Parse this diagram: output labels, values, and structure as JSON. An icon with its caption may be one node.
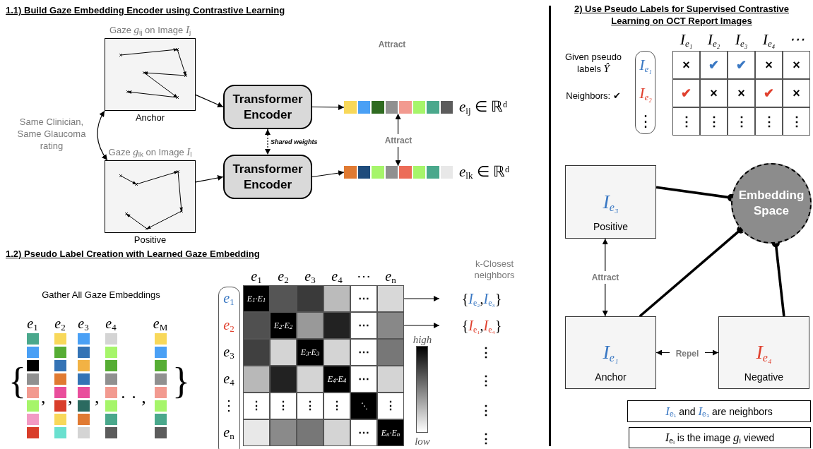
{
  "diagram": {
    "nodes": [
      {
        "text": [
          "Gaze *g*$_{ij}$ on Image *I*$_{j}$",
          "Anchor"
        ]
      },
      {
        "text": [
          "Gaze *g*$_{lk}$ on Image *I*$_{l}$",
          "Positive"
        ]
      },
      {
        "text": [
          "Transformer Encoder"
        ]
      },
      {
        "text": [
          "Transformer Encoder"
        ]
      },
      {
        "text": [],
        "shape": "bar",
        "beside": [
          "*e*$_{ij}$ ∈ ℝ$^{d}$"
        ]
      },
      {
        "text": [],
        "shape": "bar",
        "beside": [
          "*e*$_{lk}$ ∈ ℝ$^{d}$"
        ]
      },
      {
        "text": [
          "{*I*$_{e₂}$,*I*$_{e₃}$}"
        ]
      },
      {
        "text": [
          "{*I*$_{e₁}$,*I*$_{e₄}$}"
        ]
      },
      {
        "text": [
          "*I*$_{e₃}$",
          "Positive"
        ]
      },
      {
        "text": [
          "Embedding Space"
        ]
      },
      {
        "text": [
          "*I*$_{e₁}$",
          "Anchor"
        ]
      },
      {
        "text": [
          "*I*$_{e₄}$",
          "Negative"
        ]
      },
      {
        "text": [
          "*I*$_{e₁}$ and *I*$_{e₃}$ are neighbors"
        ]
      },
      {
        "text": [
          "*I*$_{eᵢ}$ is the image *g*$_{i}$ viewed"
        ]
      },
      {
        "text": [],
        "shape": "box"
      },
      {
        "text": [],
        "shape": "box"
      },
      {
        "text": [],
        "shape": "bar"
      },
      {
        "text": [],
        "shape": "bar"
      },
      {
        "text": [],
        "shape": "bar"
      },
      {
        "text": [],
        "shape": "bar"
      },
      {
        "text": [],
        "shape": "bar"
      },
      {
        "text": [],
        "shape": "bar"
      }
    ],
    "edges": [
      {
        "from": 0,
        "to": 1,
        "arrow": "both",
        "label": "Same Clinician, Same Glaucoma rating"
      },
      {
        "from": 0,
        "to": 2,
        "arrow": "to"
      },
      {
        "from": 1,
        "to": 3,
        "arrow": "to"
      },
      {
        "from": 2,
        "to": 4,
        "arrow": "to"
      },
      {
        "from": 3,
        "to": 5,
        "arrow": "to"
      },
      {
        "from": 2,
        "to": 3,
        "arrow": "both",
        "style": "dashed",
        "label": "Shared weights"
      },
      {
        "from": 4,
        "to": 5,
        "arrow": "both",
        "label": "Attract"
      },
      {
        "from": 14,
        "to": 6,
        "arrow": "to"
      },
      {
        "from": 15,
        "to": 7,
        "arrow": "to"
      },
      {
        "from": 8,
        "to": 9,
        "arrow": "other",
        "style": "thick"
      },
      {
        "from": 10,
        "to": 9,
        "arrow": "other",
        "style": "thick"
      },
      {
        "from": 11,
        "to": 9,
        "arrow": "other",
        "style": "thick"
      },
      {
        "from": 8,
        "to": 10,
        "arrow": "both",
        "label": "Attract"
      },
      {
        "from": 10,
        "to": 11,
        "arrow": "both",
        "label": "Repel"
      }
    ],
    "labels": [
      "1.1) Build Gaze Embedding Encoder using Contrastive Learning",
      "Attract",
      "1.2) Pseudo Label Creation with Learned Gaze Embedding",
      "Gather All Gaze Embeddings",
      "*e*$_{1}$",
      "*e*$_{2}$",
      "*e*$_{3}$",
      "*e*$_{4}$",
      "*e*$_{M}$",
      "{",
      ",",
      ",",
      ",",
      "· · ,",
      "}",
      "*e*$_{1}$",
      "*e*$_{2}$",
      "*e*$_{3}$",
      "*e*$_{4}$",
      "⋯",
      "*e*$_{n}$",
      "*e*$_{1}$",
      "*e*$_{2}$",
      "*e*$_{3}$",
      "*e*$_{4}$",
      "⋮",
      "*e*$_{n}$",
      "*E*$_{1}$·*E*$_{1}$",
      "⋯",
      "*E*$_{2}$·*E*$_{2}$",
      "⋯",
      "*E*$_{3}$·*E*$_{3}$",
      "⋯",
      "*E*$_{4}$·*E*$_{4}$",
      "⋯",
      "⋮",
      "⋮",
      "⋮",
      "⋮",
      "⋱",
      "⋮",
      "⋯",
      "*E*$_{n}$·*E*$_{n}$",
      "high",
      "low",
      "k-Closest neighbors",
      "⋮",
      "⋮",
      "⋮",
      "⋮",
      "2) Use Pseudo Labels for Supervised Contrastive Learning on OCT Report Images",
      "*I*$_{e₁}$",
      "*I*$_{e₂}$",
      "*I*$_{e₃}$",
      "*I*$_{e₄}$",
      "⋯",
      "Given pseudo labels *Ŷ*",
      "Neighbors: ✔",
      "*I*$_{e₁}$",
      "*I*$_{e₂}$",
      "⋮",
      "×",
      "✔",
      "✔",
      "×",
      "×",
      "✔",
      "×",
      "×",
      "✔",
      "×",
      "⋮",
      "⋮",
      "⋮",
      "⋮",
      "⋮"
    ]
  }
}
